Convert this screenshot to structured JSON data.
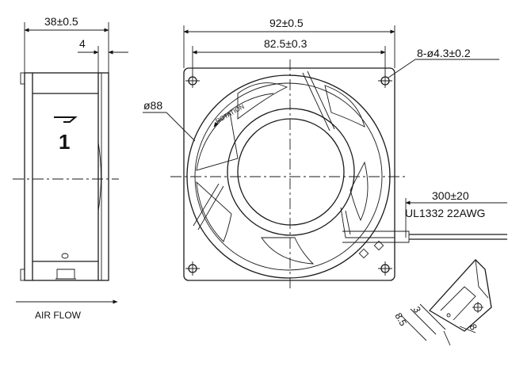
{
  "dimensions": {
    "depth": "38±0.5",
    "flange": "4",
    "width": "92±0.5",
    "hole_pitch": "82.5±0.3",
    "holes": "8-ø4.3±0.2",
    "diameter": "ø88",
    "lead_length": "300±20",
    "wire_spec": "UL1332 22AWG",
    "tab_a": "3",
    "tab_b": "8.5",
    "tab_c": "8"
  },
  "labels": {
    "rotation": "ROTATION",
    "airflow": "AIR FLOW",
    "symbol": "1"
  }
}
